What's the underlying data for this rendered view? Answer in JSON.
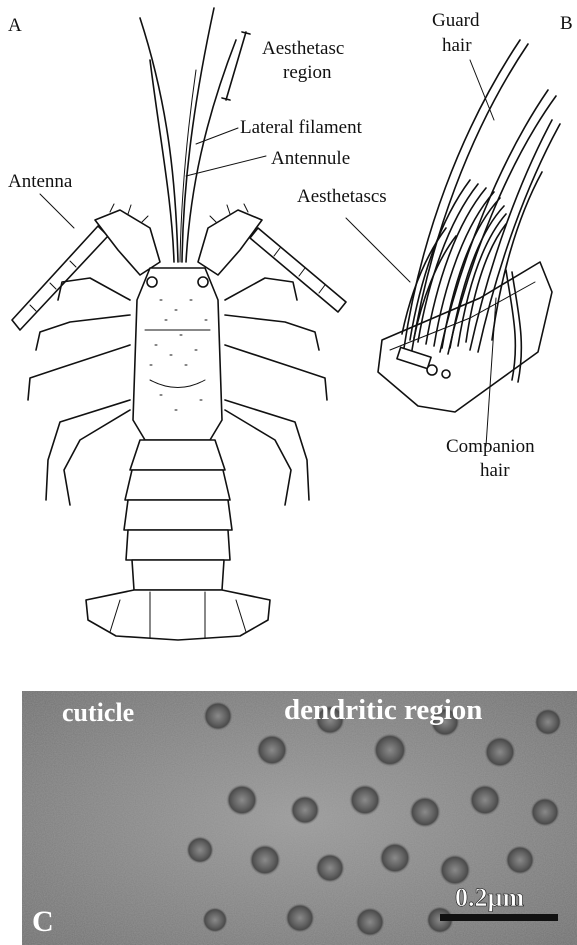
{
  "panels": {
    "a": {
      "letter": "A",
      "labels": {
        "aesthetasc_region_1": "Aesthetasc",
        "aesthetasc_region_2": "region",
        "lateral_filament": "Lateral filament",
        "antennule": "Antennule",
        "antenna": "Antenna"
      }
    },
    "b": {
      "letter": "B",
      "labels": {
        "guard_hair_1": "Guard",
        "guard_hair_2": "hair",
        "aesthetascs": "Aesthetascs",
        "companion_hair_1": "Companion",
        "companion_hair_2": "hair"
      }
    },
    "c": {
      "letter": "C",
      "labels": {
        "cuticle": "cuticle",
        "dendritic_region": "dendritic region",
        "scale_bar": "0.2µm"
      }
    }
  },
  "colors": {
    "ink": "#111111",
    "em_background": "#8e8e8e",
    "em_text": "#ffffff"
  }
}
